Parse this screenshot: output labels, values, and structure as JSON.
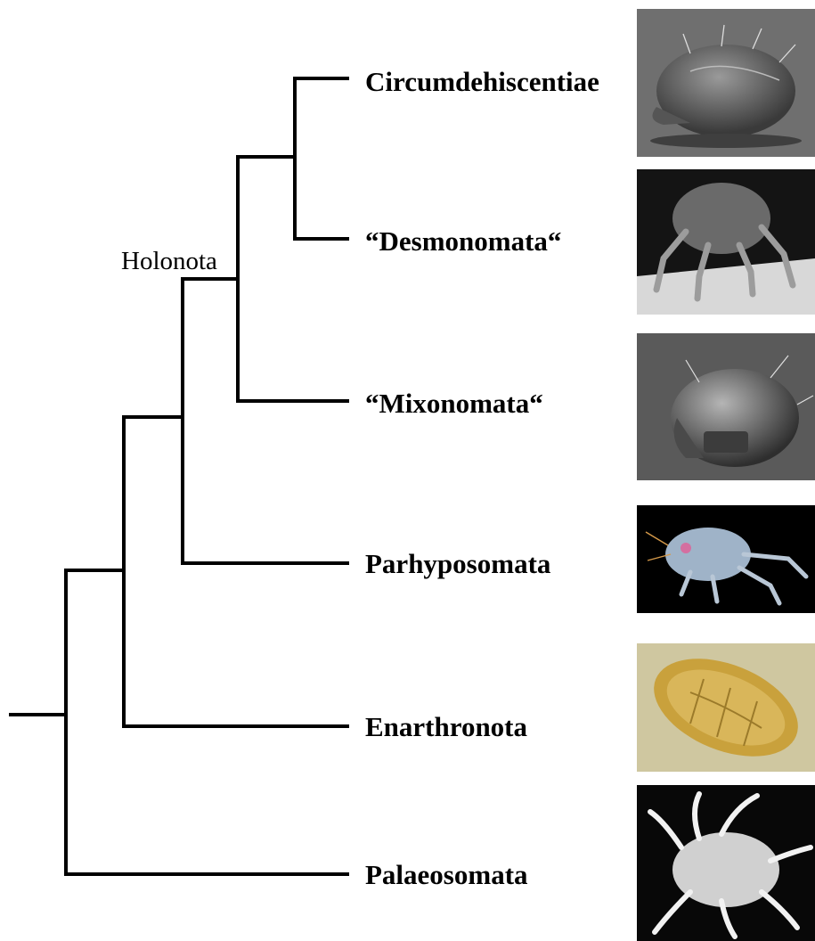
{
  "taxa": [
    "Circumdehiscentiae",
    "“Desmonomata“",
    "“Mixonomata“",
    "Parhyposomata",
    "Enarthronota",
    "Palaeosomata"
  ],
  "clade_label": "Holonota",
  "photos": [
    {
      "subject": "mite-micrograph-circumdehiscentiae",
      "background": "#6f6f6f"
    },
    {
      "subject": "mite-micrograph-desmonomata",
      "background": "#141414"
    },
    {
      "subject": "mite-micrograph-mixonomata",
      "background": "#5a5a5a"
    },
    {
      "subject": "mite-micrograph-parhyposomata",
      "background": "#000000"
    },
    {
      "subject": "mite-photo-enarthronota",
      "background": "#cfc7a0"
    },
    {
      "subject": "mite-micrograph-palaeosomata",
      "background": "#080808"
    }
  ]
}
